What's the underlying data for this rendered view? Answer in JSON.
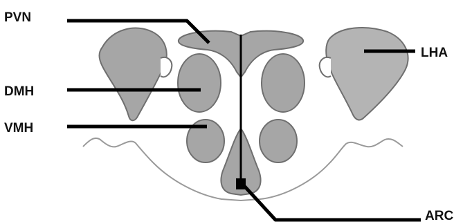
{
  "labels": {
    "pvn": "PVN",
    "dmh": "DMH",
    "vmh": "VMH",
    "lha": "LHA",
    "arc": "ARC"
  },
  "colors": {
    "nucleus_fill": "#a6a6a6",
    "nucleus_fill_light": "#b4b4b4",
    "nucleus_stroke": "#6f6f6f",
    "brain_outline": "#9a9a9a",
    "pointer_line": "#000000",
    "label_text": "#111111",
    "background": "#ffffff"
  }
}
